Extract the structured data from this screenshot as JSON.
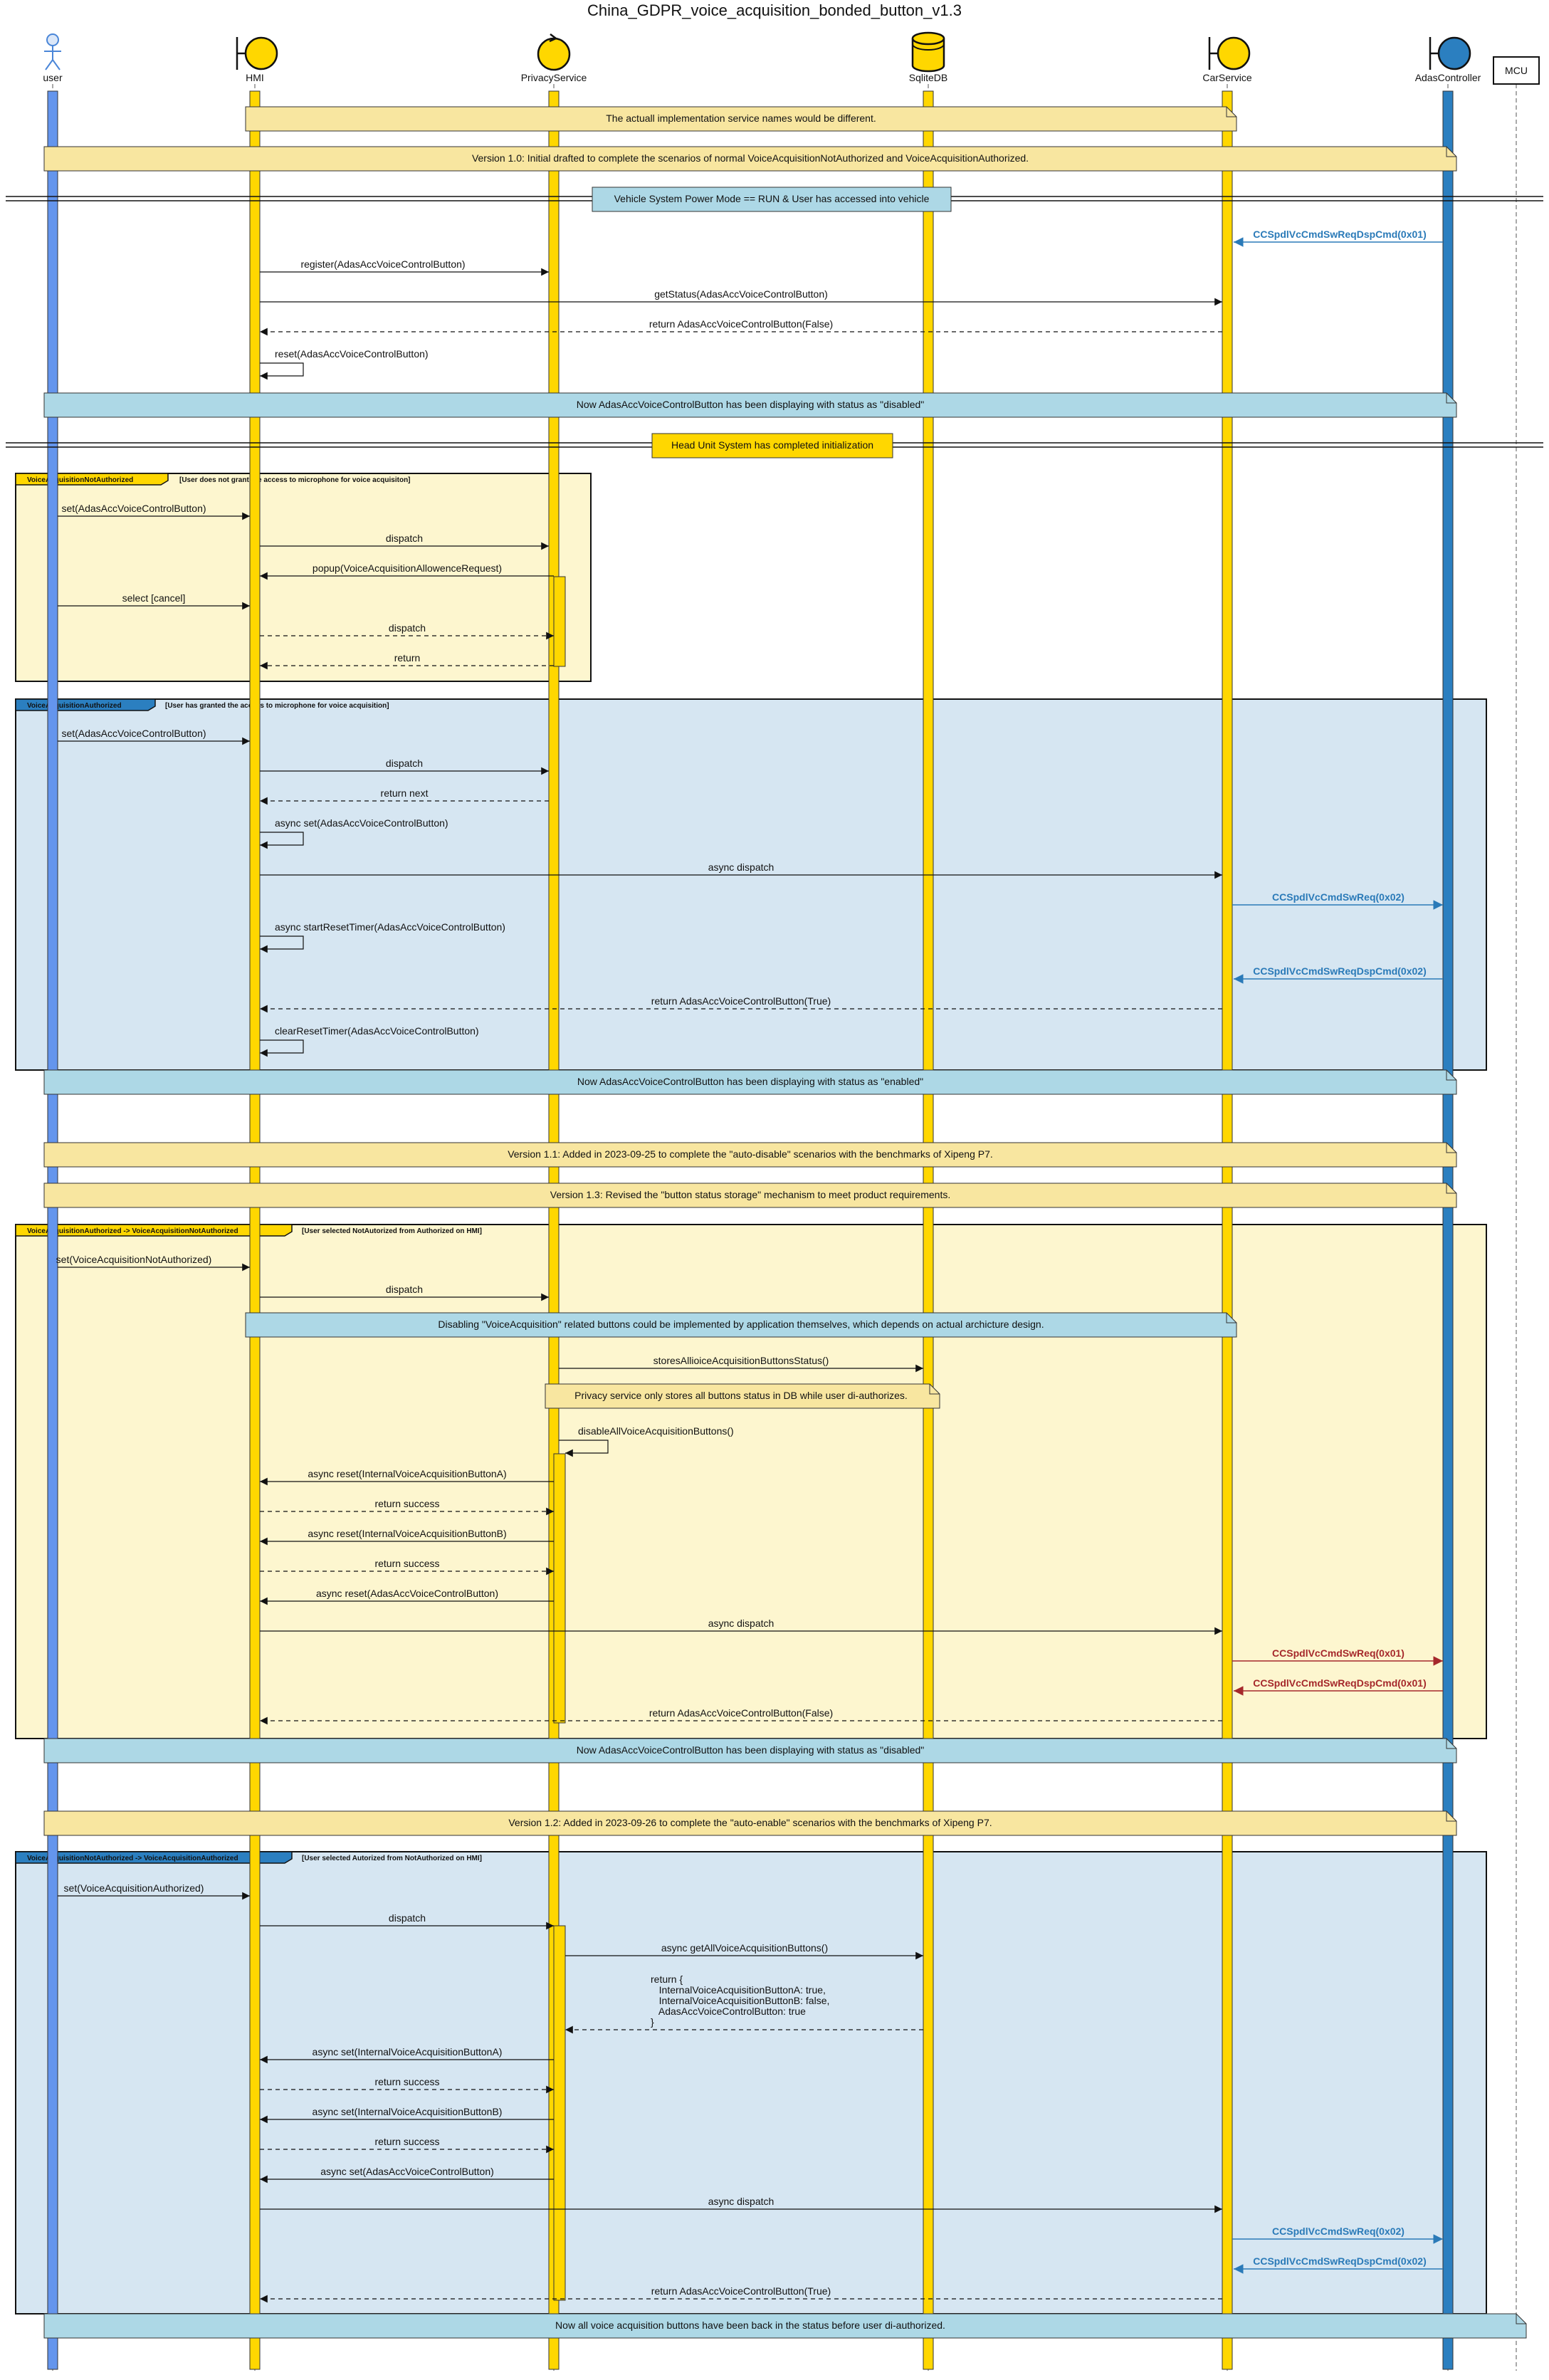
{
  "title": "China_GDPR_voice_acquisition_bonded_button_v1.3",
  "participants": [
    {
      "id": "user",
      "label": "user",
      "kind": "actor"
    },
    {
      "id": "hmi",
      "label": "HMI",
      "kind": "boundary"
    },
    {
      "id": "privacy",
      "label": "PrivacyService",
      "kind": "control"
    },
    {
      "id": "db",
      "label": "SqliteDB",
      "kind": "database"
    },
    {
      "id": "car",
      "label": "CarService",
      "kind": "boundary"
    },
    {
      "id": "adas",
      "label": "AdasController",
      "kind": "boundary"
    },
    {
      "id": "mcu",
      "label": "MCU",
      "kind": "participant"
    }
  ],
  "colors": {
    "yellow_lifeline": "#ffd700",
    "blue_lifeline_user": "#6495ed",
    "blue_lifeline_adas": "#2b7fc0",
    "note_yellow": "#f8e6a0",
    "note_blue": "#add8e6",
    "frag_yellow_bg": "#fdf6cf",
    "frag_blue_bg": "#d6e6f2",
    "signal_blue": "#2a7ab8",
    "signal_red": "#a5282b"
  },
  "notes": {
    "impl_names": "The actuall implementation service names would be different.",
    "v10": "Version 1.0: Initial drafted to complete the scenarios of normal VoiceAcquisitionNotAuthorized and VoiceAcquisitionAuthorized.",
    "power_mode": "Vehicle System Power Mode == RUN & User has accessed into vehicle",
    "disabled_1": "Now AdasAccVoiceControlButton has been displaying with status as \"disabled\"",
    "hu_init": "Head Unit System has completed initialization",
    "enabled": "Now AdasAccVoiceControlButton has been displaying with status as \"enabled\"",
    "v11": "Version 1.1: Added in 2023-09-25 to complete the \"auto-disable\" scenarios with the benchmarks of Xipeng P7.",
    "v13": "Version 1.3: Revised the \"button status storage\" mechanism to meet product requirements.",
    "disabling_impl": "Disabling \"VoiceAcquisition\" related buttons could be implemented by application themselves, which depends on actual archicture design.",
    "privacy_store": "Privacy service only stores all buttons status in DB while user di-authorizes.",
    "disabled_2": "Now AdasAccVoiceControlButton has been displaying with status as \"disabled\"",
    "v12": "Version 1.2: Added in 2023-09-26 to complete the \"auto-enable\" scenarios with the benchmarks of Xipeng P7.",
    "restored": "Now all voice acquisition buttons have been back in the status before user di-authorized."
  },
  "fragments": {
    "f1_tag": "VoiceAcquisitionNotAuthorized",
    "f1_cond": "[User does not grant the access to microphone for voice acquisiton]",
    "f2_tag": "VoiceAcquisitionAuthorized",
    "f2_cond": "[User has granted the access to microphone for voice acquisition]",
    "f3_tag": "VoiceAcquisitionAuthorized -> VoiceAcquisitionNotAuthorized",
    "f3_cond": "[User selected NotAutorized from Authorized on HMI]",
    "f4_tag": "VoiceAcquisitionNotAuthorized -> VoiceAcquisitionAuthorized",
    "f4_cond": "[User selected Autorized from NotAuthorized on HMI]"
  },
  "messages": {
    "m01": "CCSpdlVcCmdSwReqDspCmd(0x01)",
    "m02": "register(AdasAccVoiceControlButton)",
    "m03": "getStatus(AdasAccVoiceControlButton)",
    "m04": "return AdasAccVoiceControlButton(False)",
    "m05": "reset(AdasAccVoiceControlButton)",
    "m06": "set(AdasAccVoiceControlButton)",
    "m07": "dispatch",
    "m08": "popup(VoiceAcquisitionAllowenceRequest)",
    "m09": "select [cancel]",
    "m10": "dispatch",
    "m11": "return",
    "m12": "set(AdasAccVoiceControlButton)",
    "m13": "dispatch",
    "m14": "return next",
    "m15": "async set(AdasAccVoiceControlButton)",
    "m16": "async dispatch",
    "m17": "CCSpdlVcCmdSwReq(0x02)",
    "m18": "async startResetTimer(AdasAccVoiceControlButton)",
    "m19": "CCSpdlVcCmdSwReqDspCmd(0x02)",
    "m20": "return AdasAccVoiceControlButton(True)",
    "m21": "clearResetTimer(AdasAccVoiceControlButton)",
    "m22": "set(VoiceAcquisitionNotAuthorized)",
    "m23": "dispatch",
    "m24": "storesAllioiceAcquisitionButtonsStatus()",
    "m25": "disableAllVoiceAcquisitionButtons()",
    "m26": "async reset(InternalVoiceAcquisitionButtonA)",
    "m27": "return success",
    "m28": "async reset(InternalVoiceAcquisitionButtonB)",
    "m29": "return success",
    "m30": "async reset(AdasAccVoiceControlButton)",
    "m31": "async dispatch",
    "m32": "CCSpdlVcCmdSwReq(0x01)",
    "m33": "CCSpdlVcCmdSwReqDspCmd(0x01)",
    "m34": "return AdasAccVoiceControlButton(False)",
    "m35": "set(VoiceAcquisitionAuthorized)",
    "m36": "dispatch",
    "m37": "async getAllVoiceAcquisitionButtons()",
    "m38_lines": [
      "return {",
      "   InternalVoiceAcquisitionButtonA: true,",
      "   InternalVoiceAcquisitionButtonB: false,",
      "   AdasAccVoiceControlButton: true",
      "}"
    ],
    "m39": "async set(InternalVoiceAcquisitionButtonA)",
    "m40": "return success",
    "m41": "async set(InternalVoiceAcquisitionButtonB)",
    "m42": "return success",
    "m43": "async set(AdasAccVoiceControlButton)",
    "m44": "async dispatch",
    "m45": "CCSpdlVcCmdSwReq(0x02)",
    "m46": "CCSpdlVcCmdSwReqDspCmd(0x02)",
    "m47": "return AdasAccVoiceControlButton(True)"
  }
}
